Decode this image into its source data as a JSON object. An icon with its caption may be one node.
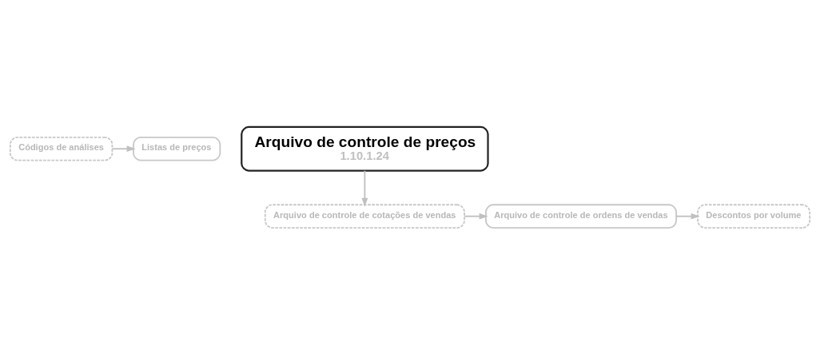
{
  "diagram": {
    "nodes": [
      {
        "text": [
          "Códigos de análises"
        ]
      },
      {
        "text": [
          "Listas de preços"
        ]
      },
      {
        "text": [
          "Arquivo de controle de preços",
          "1.10.1.24"
        ]
      },
      {
        "text": [
          "Arquivo de controle de cotações de vendas"
        ]
      },
      {
        "text": [
          "Arquivo de controle de ordens de vendas"
        ]
      },
      {
        "text": [
          "Descontos por volume"
        ]
      }
    ],
    "edges": [
      {
        "from": 0,
        "to": 1,
        "arrow": "to"
      },
      {
        "from": 2,
        "to": 3,
        "arrow": "to"
      },
      {
        "from": 3,
        "to": 4,
        "arrow": "to"
      },
      {
        "from": 4,
        "to": 5,
        "arrow": "to"
      }
    ]
  }
}
